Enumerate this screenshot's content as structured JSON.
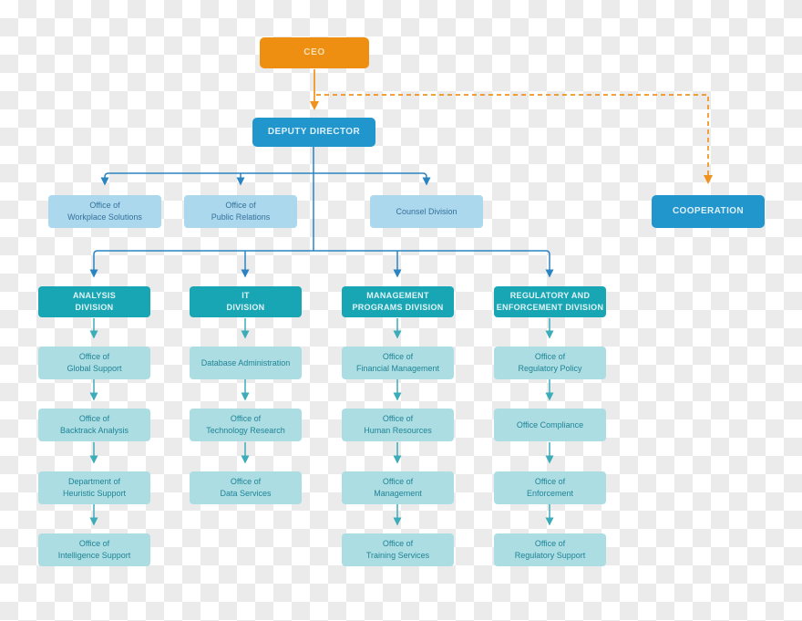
{
  "colors": {
    "ceo_orange": "#ee8f11",
    "primary_blue": "#2196cc",
    "light_blue": "#acd8ee",
    "teal": "#18a5b4",
    "light_teal": "#abdde3",
    "connector_blue": "#2b84c2",
    "connector_teal": "#3cacb9",
    "connector_orange": "#f0921e",
    "checker_gray": "#ebebeb",
    "checker_white": "#ffffff"
  },
  "nodes": {
    "ceo": "CEO",
    "deputy_director": "DEPUTY DIRECTOR",
    "cooperation": "COOPERATION",
    "staff": [
      "Office of\nWorkplace Solutions",
      "Office of\nPublic Relations",
      "Counsel Division"
    ]
  },
  "columns": [
    {
      "division": "ANALYSIS\nDIVISION",
      "offices": [
        "Office of\nGlobal Support",
        "Office of\nBacktrack Analysis",
        "Department of\nHeuristic Support",
        "Office of\nIntelligence Support"
      ]
    },
    {
      "division": "IT\nDIVISION",
      "offices": [
        "Database Administration",
        "Office of\nTechnology Research",
        "Office of\nData Services"
      ]
    },
    {
      "division": "MANAGEMENT\nPROGRAMS DIVISION",
      "offices": [
        "Office of\nFinancial Management",
        "Office of\nHuman Resources",
        "Office of\nManagement",
        "Office of\nTraining Services"
      ]
    },
    {
      "division": "REGULATORY AND\nENFORCEMENT DIVISION",
      "offices": [
        "Office of\nRegulatory Policy",
        "Office Compliance",
        "Office of\nEnforcement",
        "Office of\nRegulatory Support"
      ]
    }
  ]
}
